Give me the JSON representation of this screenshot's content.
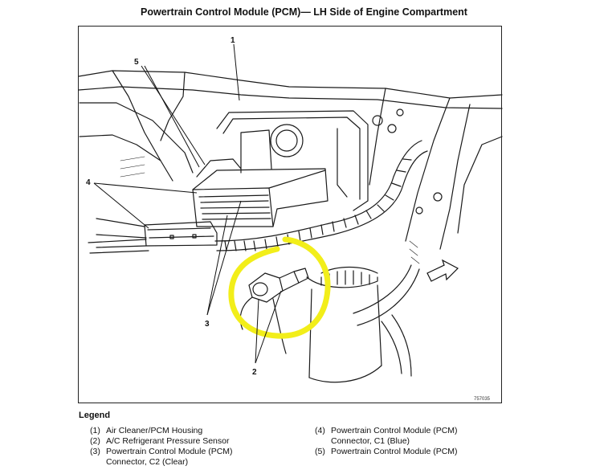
{
  "title": "Powertrain Control Module (PCM)— LH Side of Engine Compartment",
  "figure_code": "757035",
  "callouts": {
    "c1": "1",
    "c2": "2",
    "c3": "3",
    "c4": "4",
    "c5": "5"
  },
  "legend": {
    "heading": "Legend",
    "items": [
      {
        "num": "(1)",
        "line1": "Air Cleaner/PCM Housing",
        "line2": ""
      },
      {
        "num": "(2)",
        "line1": "A/C Refrigerant Pressure Sensor",
        "line2": ""
      },
      {
        "num": "(3)",
        "line1": "Powertrain Control Module (PCM)",
        "line2": "Connector, C2 (Clear)"
      },
      {
        "num": "(4)",
        "line1": "Powertrain Control Module (PCM)",
        "line2": "Connector, C1 (Blue)"
      },
      {
        "num": "(5)",
        "line1": "Powertrain Control Module (PCM)",
        "line2": ""
      }
    ]
  },
  "colors": {
    "highlight": "#f2ee1a",
    "ink": "#1a1a1a"
  }
}
